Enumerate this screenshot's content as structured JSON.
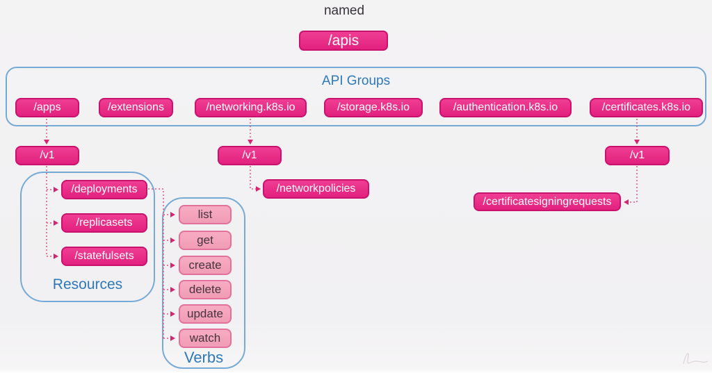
{
  "header": {
    "named_label": "named",
    "apis_label": "/apis"
  },
  "api_groups": {
    "title": "API Groups",
    "groups": [
      {
        "label": "/apps"
      },
      {
        "label": "/extensions"
      },
      {
        "label": "/networking.k8s.io"
      },
      {
        "label": "/storage.k8s.io"
      },
      {
        "label": "/authentication.k8s.io"
      },
      {
        "label": "/certificates.k8s.io"
      }
    ]
  },
  "versions": [
    {
      "label": "/v1"
    },
    {
      "label": "/v1"
    },
    {
      "label": "/v1"
    }
  ],
  "resources": {
    "title": "Resources",
    "items": [
      {
        "label": "/deployments"
      },
      {
        "label": "/replicasets"
      },
      {
        "label": "/statefulsets"
      }
    ]
  },
  "verbs": {
    "title": "Verbs",
    "items": [
      {
        "label": "list"
      },
      {
        "label": "get"
      },
      {
        "label": "create"
      },
      {
        "label": "delete"
      },
      {
        "label": "update"
      },
      {
        "label": "watch"
      }
    ]
  },
  "standalone": {
    "networkpolicies": "/networkpolicies",
    "certificatesigningrequests": "/certificatesigningrequests"
  },
  "colors": {
    "node_pink": "#e62e87",
    "node_pink_border": "#c9116e",
    "verb_pink": "#f3a4bc",
    "verb_pink_border": "#e2729b",
    "container_blue": "#76aad6",
    "title_blue": "#2e79ba",
    "connector_pink": "#e8517f",
    "text_dark": "#37323b",
    "background": "#f2f1f2"
  }
}
